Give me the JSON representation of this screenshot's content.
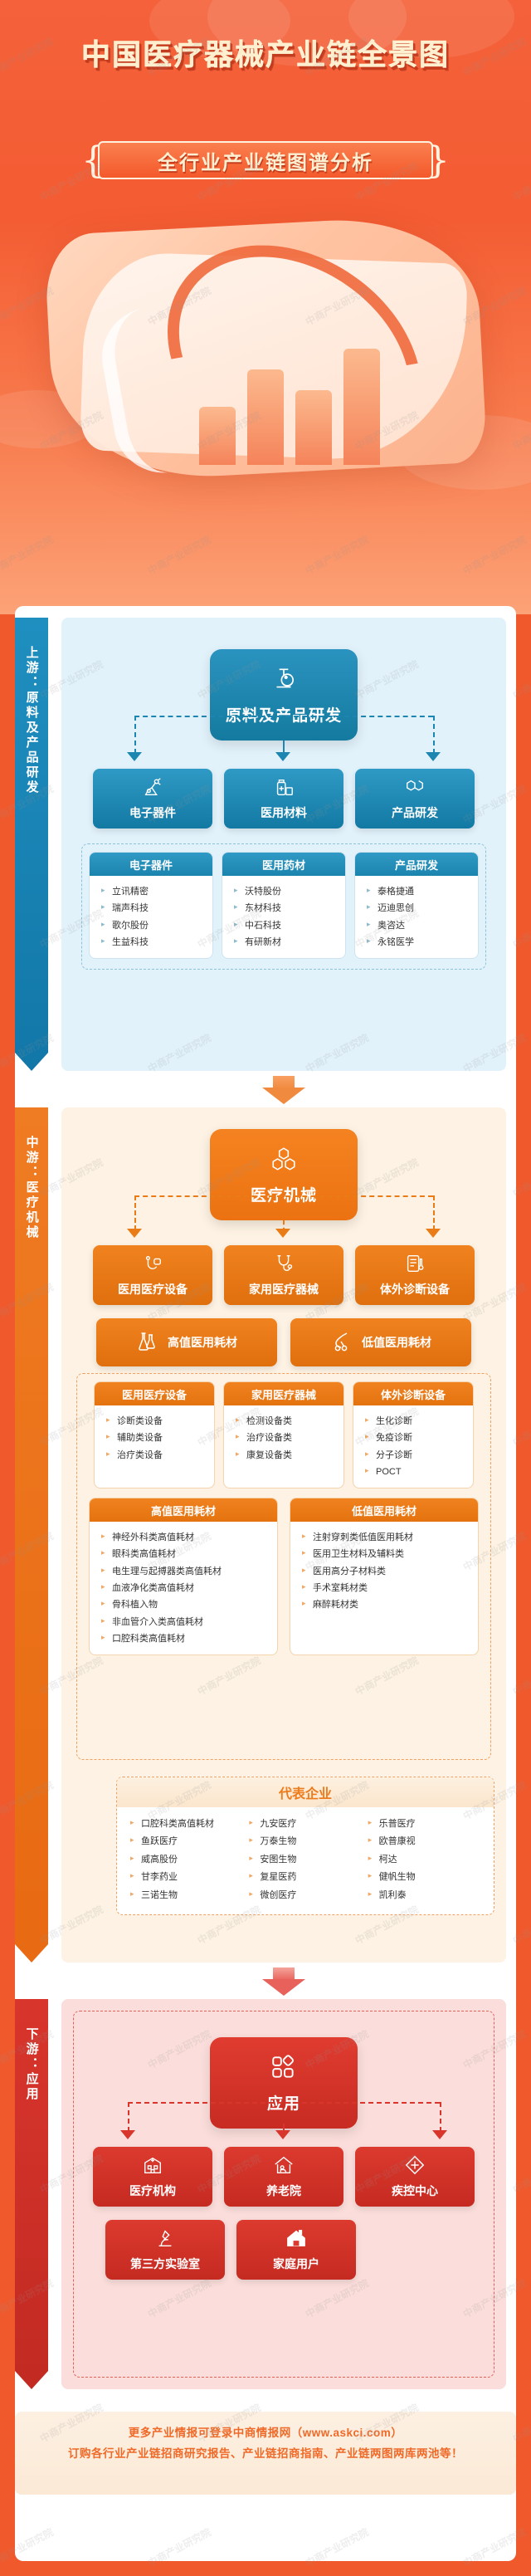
{
  "hero": {
    "title": "中国医疗器械产业链全景图",
    "subtitle": "全行业产业链图谱分析"
  },
  "upstream": {
    "side_label": "上游：原料及产品研发",
    "hub": {
      "label": "原料及产品研发",
      "icon": "flask-icon"
    },
    "tiles": [
      {
        "label": "电子器件",
        "icon": "robot-arm-icon"
      },
      {
        "label": "医用材料",
        "icon": "medicine-bottle-icon"
      },
      {
        "label": "产品研发",
        "icon": "molecule-icon"
      }
    ],
    "cards": [
      {
        "title": "电子器件",
        "items": [
          "立讯精密",
          "瑞声科技",
          "歌尔股份",
          "生益科技"
        ]
      },
      {
        "title": "医用药材",
        "items": [
          "沃特股份",
          "东材科技",
          "中石科技",
          "有研新材"
        ]
      },
      {
        "title": "产品研发",
        "items": [
          "泰格捷通",
          "迈迪思创",
          "奥咨达",
          "永铭医学"
        ]
      }
    ]
  },
  "midstream": {
    "side_label": "中游：医疗机械",
    "hub": {
      "label": "医疗机械",
      "icon": "cubes-icon"
    },
    "tiles": [
      {
        "label": "医用医疗设备",
        "icon": "stethoscope-device-icon"
      },
      {
        "label": "家用医疗器械",
        "icon": "stethoscope-icon"
      },
      {
        "label": "体外诊断设备",
        "icon": "report-thermometer-icon"
      }
    ],
    "wide_tiles": [
      {
        "label": "高值医用耗材",
        "icon": "flasks-icon"
      },
      {
        "label": "低值医用耗材",
        "icon": "scissors-icon"
      }
    ],
    "cards": [
      {
        "title": "医用医疗设备",
        "items": [
          "诊断类设备",
          "辅助类设备",
          "治疗类设备"
        ]
      },
      {
        "title": "家用医疗器械",
        "items": [
          "检测设备类",
          "治疗设备类",
          "康复设备类"
        ]
      },
      {
        "title": "体外诊断设备",
        "items": [
          "生化诊断",
          "免疫诊断",
          "分子诊断",
          "POCT"
        ]
      }
    ],
    "consumable_cards": [
      {
        "title": "高值医用耗材",
        "items": [
          "神经外科类高值耗材",
          "眼科类高值耗材",
          "电生理与起搏器类高值耗材",
          "血液净化类高值耗材",
          "骨科植入物",
          "非血管介入类高值耗材",
          "口腔科类高值耗材"
        ]
      },
      {
        "title": "低值医用耗材",
        "items": [
          "注射穿刺类低值医用耗材",
          "医用卫生材料及辅料类",
          "医用高分子材料类",
          "手术室耗材类",
          "麻醉耗材类"
        ]
      }
    ],
    "companies": {
      "title": "代表企业",
      "columns": [
        [
          "口腔科类高值耗材",
          "鱼跃医疗",
          "威高股份",
          "甘李药业",
          "三诺生物"
        ],
        [
          "九安医疗",
          "万泰生物",
          "安图生物",
          "复星医药",
          "微创医疗"
        ],
        [
          "乐普医疗",
          "欧普康视",
          "柯达",
          "健帆生物",
          "凯利泰"
        ]
      ]
    }
  },
  "downstream": {
    "side_label": "下游：应用",
    "hub": {
      "label": "应用",
      "icon": "apps-grid-icon"
    },
    "tiles_row1": [
      {
        "label": "医疗机构",
        "icon": "hospital-icon"
      },
      {
        "label": "养老院",
        "icon": "elderly-home-icon"
      },
      {
        "label": "疾控中心",
        "icon": "cross-diamond-icon"
      }
    ],
    "tiles_row2": [
      {
        "label": "第三方实验室",
        "icon": "microscope-icon"
      },
      {
        "label": "家庭用户",
        "icon": "house-icon"
      }
    ]
  },
  "footer": {
    "line1": "更多产业情报可登录中商情报网（www.askci.com）",
    "line2": "订购各行业产业链招商研究报告、产业链招商指南、产业链两图两库两池等！"
  },
  "watermark": "中商产业研究院",
  "colors": {
    "brand_orange": "#f0592c",
    "upstream_blue": "#1b84ae",
    "midstream_orange": "#ee7b1b",
    "downstream_red": "#d8352c"
  }
}
